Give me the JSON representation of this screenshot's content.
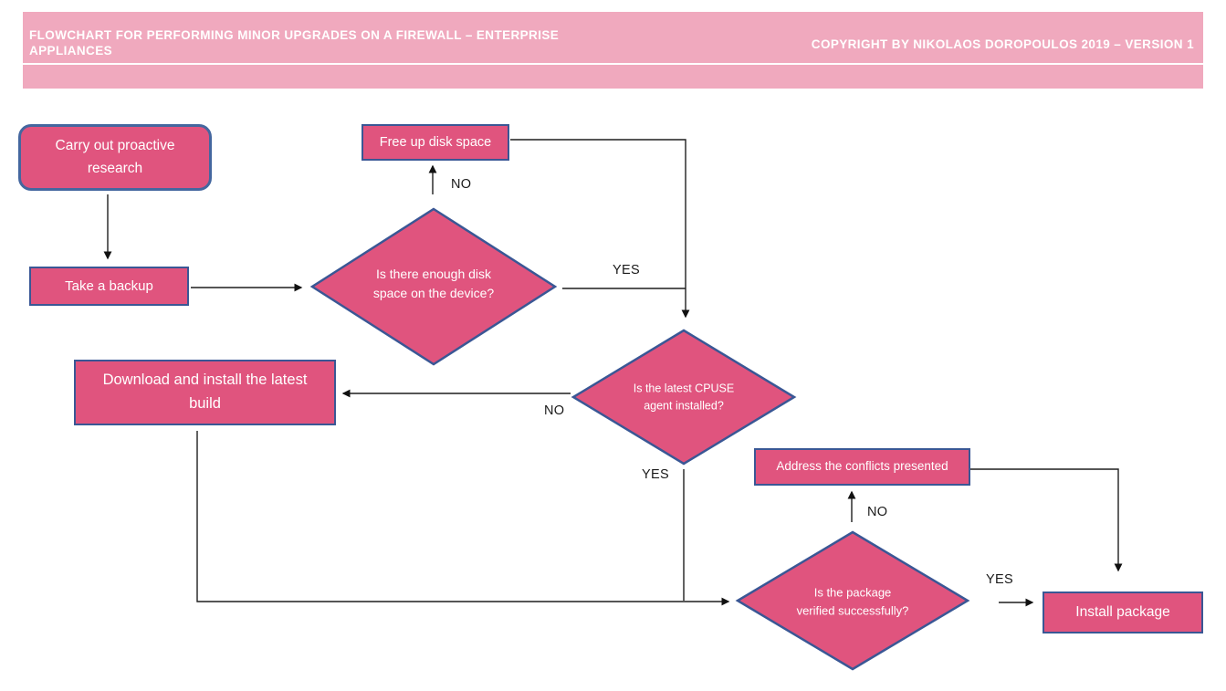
{
  "header": {
    "title": "FLOWCHART FOR PERFORMING MINOR UPGRADES ON A FIREWALL – ENTERPRISE APPLIANCES",
    "copyright": "COPYRIGHT BY NIKOLAOS DOROPOULOS 2019 – VERSION 1",
    "bg_color": "#F0A9BE",
    "text_color": "#FFFFFF"
  },
  "colors": {
    "shape_fill": "#E0547E",
    "shape_border": "#3A5795",
    "rounded_border": "#44679F",
    "connector": "#1F1F1F",
    "canvas_bg": "#FFFFFF"
  },
  "nodes": {
    "start": {
      "label": "Carry out proactive research",
      "shape": "rounded-rectangle"
    },
    "take_backup": {
      "label": "Take a backup",
      "shape": "rectangle"
    },
    "disk_decision": {
      "label": "Is there enough disk space on the device?",
      "shape": "diamond"
    },
    "free_disk_space": {
      "label": "Free up disk space",
      "shape": "rectangle"
    },
    "cpuse_decision": {
      "label": "Is the latest CPUSE agent installed?",
      "shape": "diamond"
    },
    "download_build": {
      "label": "Download and install the latest build",
      "shape": "rectangle"
    },
    "address_conflicts": {
      "label": "Address the conflicts presented",
      "shape": "rectangle"
    },
    "verify_decision": {
      "label": "Is the package verified successfully?",
      "shape": "diamond"
    },
    "install_package": {
      "label": "Install package",
      "shape": "rectangle"
    }
  },
  "edge_labels": {
    "disk_no": "NO",
    "disk_yes": "YES",
    "cpuse_no": "NO",
    "cpuse_yes": "YES",
    "verify_no": "NO",
    "verify_yes": "YES"
  }
}
